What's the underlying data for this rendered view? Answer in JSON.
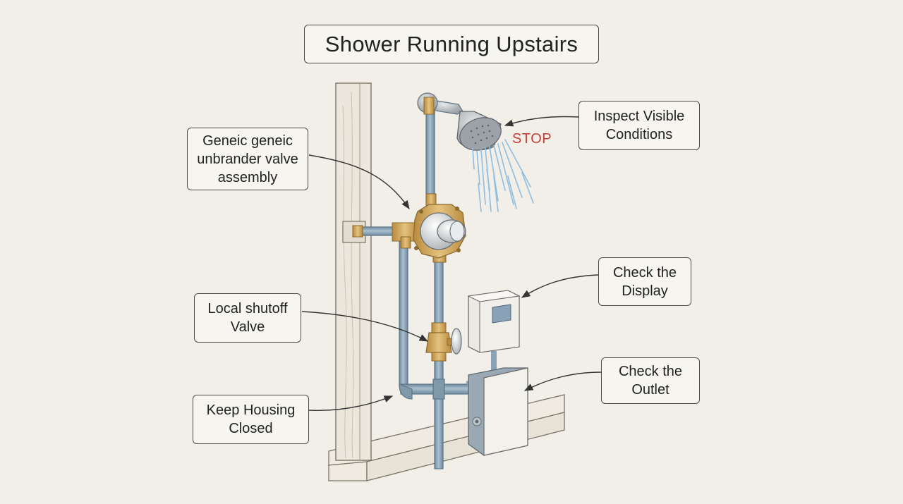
{
  "title": "Shower Running Upstairs",
  "labels": {
    "valve_assembly": "Geneic geneic\nunbrander valve\nassembly",
    "inspect_conditions": "Inspect Visible\nConditions",
    "check_display": "Check the\nDisplay",
    "local_shutoff": "Local shutoff\nValve",
    "check_outlet": "Check the\nOutlet",
    "keep_housing_closed": "Keep Housing\nClosed"
  },
  "stop_label": "STOP",
  "colors": {
    "background": "#f2efe8",
    "pipe": "#8aa3b5",
    "brass": "#d2a85a",
    "stop": "#c43c36",
    "outline": "#4a4a4a"
  }
}
